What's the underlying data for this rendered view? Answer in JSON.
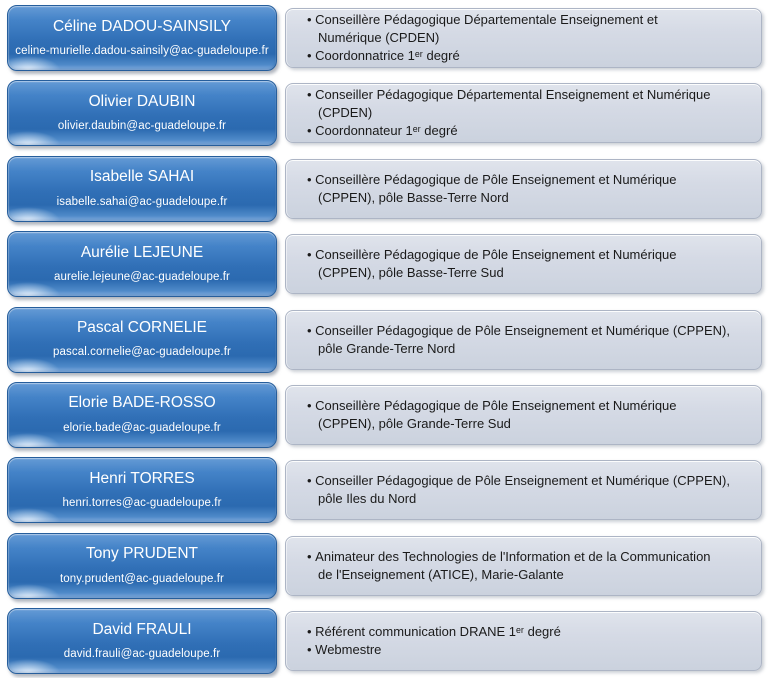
{
  "theme": {
    "name_box_blue": "#2f6fb5",
    "name_box_border": "#265e9c",
    "role_box_gray": "#d3d9e4",
    "role_box_border": "#adb5c5",
    "name_text_color": "#ffffff",
    "role_text_color": "#1a1a1a"
  },
  "people": [
    {
      "name": "Céline DADOU-SAINSILY",
      "email": "celine-murielle.dadou-sainsily@ac-guadeloupe.fr",
      "roles": [
        "Conseillère Pédagogique Départementale Enseignement et\nNumérique (CPDEN)",
        "Coordonnatrice 1ᵉʳ degré"
      ]
    },
    {
      "name": "Olivier DAUBIN",
      "email": "olivier.daubin@ac-guadeloupe.fr",
      "roles": [
        "Conseiller Pédagogique Départemental Enseignement et Numérique\n(CPDEN)",
        "Coordonnateur 1ᵉʳ degré"
      ]
    },
    {
      "name": "Isabelle SAHAI",
      "email": "isabelle.sahai@ac-guadeloupe.fr",
      "roles": [
        "Conseillère Pédagogique de Pôle Enseignement et Numérique\n(CPPEN), pôle Basse-Terre Nord"
      ]
    },
    {
      "name": "Aurélie LEJEUNE",
      "email": "aurelie.lejeune@ac-guadeloupe.fr",
      "roles": [
        "Conseillère Pédagogique de Pôle Enseignement et Numérique\n(CPPEN), pôle Basse-Terre Sud"
      ]
    },
    {
      "name": "Pascal CORNELIE",
      "email": "pascal.cornelie@ac-guadeloupe.fr",
      "roles": [
        "Conseiller Pédagogique de Pôle Enseignement et Numérique (CPPEN),\npôle Grande-Terre Nord"
      ]
    },
    {
      "name": "Elorie BADE-ROSSO",
      "email": "elorie.bade@ac-guadeloupe.fr",
      "roles": [
        "Conseillère Pédagogique de Pôle Enseignement et Numérique\n(CPPEN), pôle Grande-Terre Sud"
      ]
    },
    {
      "name": "Henri TORRES",
      "email": "henri.torres@ac-guadeloupe.fr",
      "roles": [
        "Conseiller Pédagogique de Pôle Enseignement et Numérique (CPPEN),\npôle Iles du Nord"
      ]
    },
    {
      "name": "Tony PRUDENT",
      "email": "tony.prudent@ac-guadeloupe.fr",
      "roles": [
        "Animateur des Technologies de l'Information et de la Communication\nde l'Enseignement (ATICE), Marie-Galante"
      ]
    },
    {
      "name": "David FRAULI",
      "email": "david.frauli@ac-guadeloupe.fr",
      "roles": [
        "Référent communication DRANE 1ᵉʳ degré",
        "Webmestre"
      ]
    }
  ]
}
